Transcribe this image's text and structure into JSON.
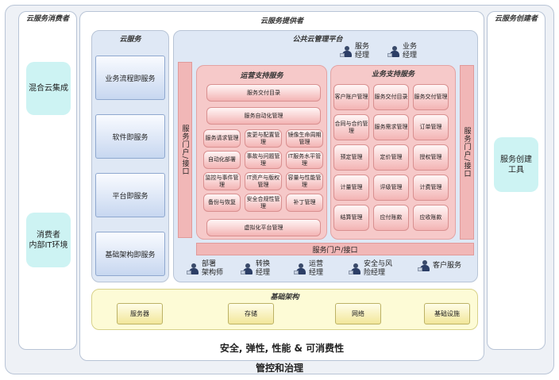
{
  "consumer": {
    "title": "云服务消费者",
    "items": [
      "混合云集成",
      "消费者\n内部IT环境"
    ]
  },
  "provider": {
    "title": "云服务提供者",
    "cloud_services": {
      "title": "云服务",
      "items": [
        "业务流程即服务",
        "软件即服务",
        "平台即服务",
        "基础架构即服务"
      ]
    },
    "platform": {
      "title": "公共云管理平台",
      "top_roles": [
        "服务\n经理",
        "业务\n经理"
      ],
      "left_port": "服务门户/接口",
      "right_port": "服务门户/接口",
      "bottom_port": "服务门户/接口",
      "oss": {
        "title": "运营支持服务",
        "top_items": [
          "服务交付目录",
          "服务自动化管理"
        ],
        "grid": [
          "服务请求管理",
          "变更与配置管理",
          "镜像生命周期管理",
          "自动化部署",
          "事故与问题管理",
          "IT服务水平管理",
          "监控与事件管理",
          "IT资产与版权管理",
          "容量与性能管理",
          "备份与恢复",
          "安全合规性管理",
          "补丁管理"
        ],
        "bottom_item": "虚拟化平台管理"
      },
      "bss": {
        "title": "业务支持服务",
        "grid": [
          "客户账户管理",
          "服务交付目录",
          "服务交付管理",
          "合同与合约管理",
          "服务需求管理",
          "订单管理",
          "预定管理",
          "定价管理",
          "授权管理",
          "计量管理",
          "评级管理",
          "计费管理",
          "结算管理",
          "应付账款",
          "应收账款"
        ]
      },
      "bottom_roles": [
        "部署\n架构师",
        "转换\n经理",
        "运营\n经理",
        "安全与风\n险经理",
        "客户服务"
      ]
    },
    "infrastructure": {
      "title": "基础架构",
      "items": [
        "服务器",
        "存储",
        "网络",
        "基础设施"
      ]
    },
    "footer": "安全, 弹性, 性能 & 可消费性"
  },
  "creator": {
    "title": "云服务创建者",
    "item": "服务创建\n工具"
  },
  "governance": "管控和治理"
}
